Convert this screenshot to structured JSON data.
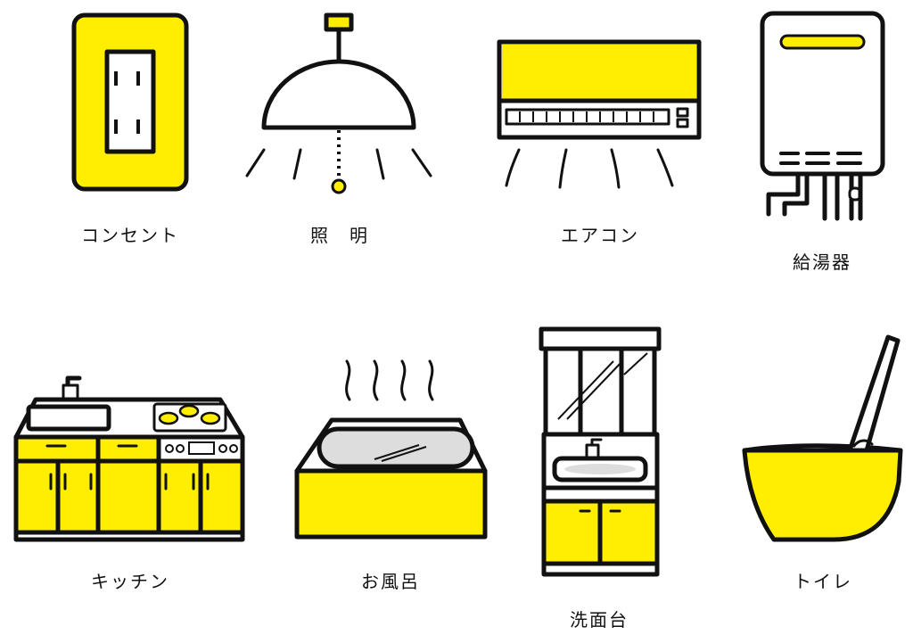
{
  "colors": {
    "accent": "#ffee00",
    "outline": "#111111",
    "background": "#ffffff"
  },
  "items": [
    {
      "icon": "outlet-icon",
      "label": "コンセント"
    },
    {
      "icon": "ceiling-light-icon",
      "label": "照　明"
    },
    {
      "icon": "air-conditioner-icon",
      "label": "エアコン"
    },
    {
      "icon": "water-heater-icon",
      "label": "給湯器"
    },
    {
      "icon": "kitchen-icon",
      "label": "キッチン"
    },
    {
      "icon": "bathtub-icon",
      "label": "お風呂"
    },
    {
      "icon": "washstand-icon",
      "label": "洗面台"
    },
    {
      "icon": "toilet-icon",
      "label": "トイレ"
    }
  ]
}
